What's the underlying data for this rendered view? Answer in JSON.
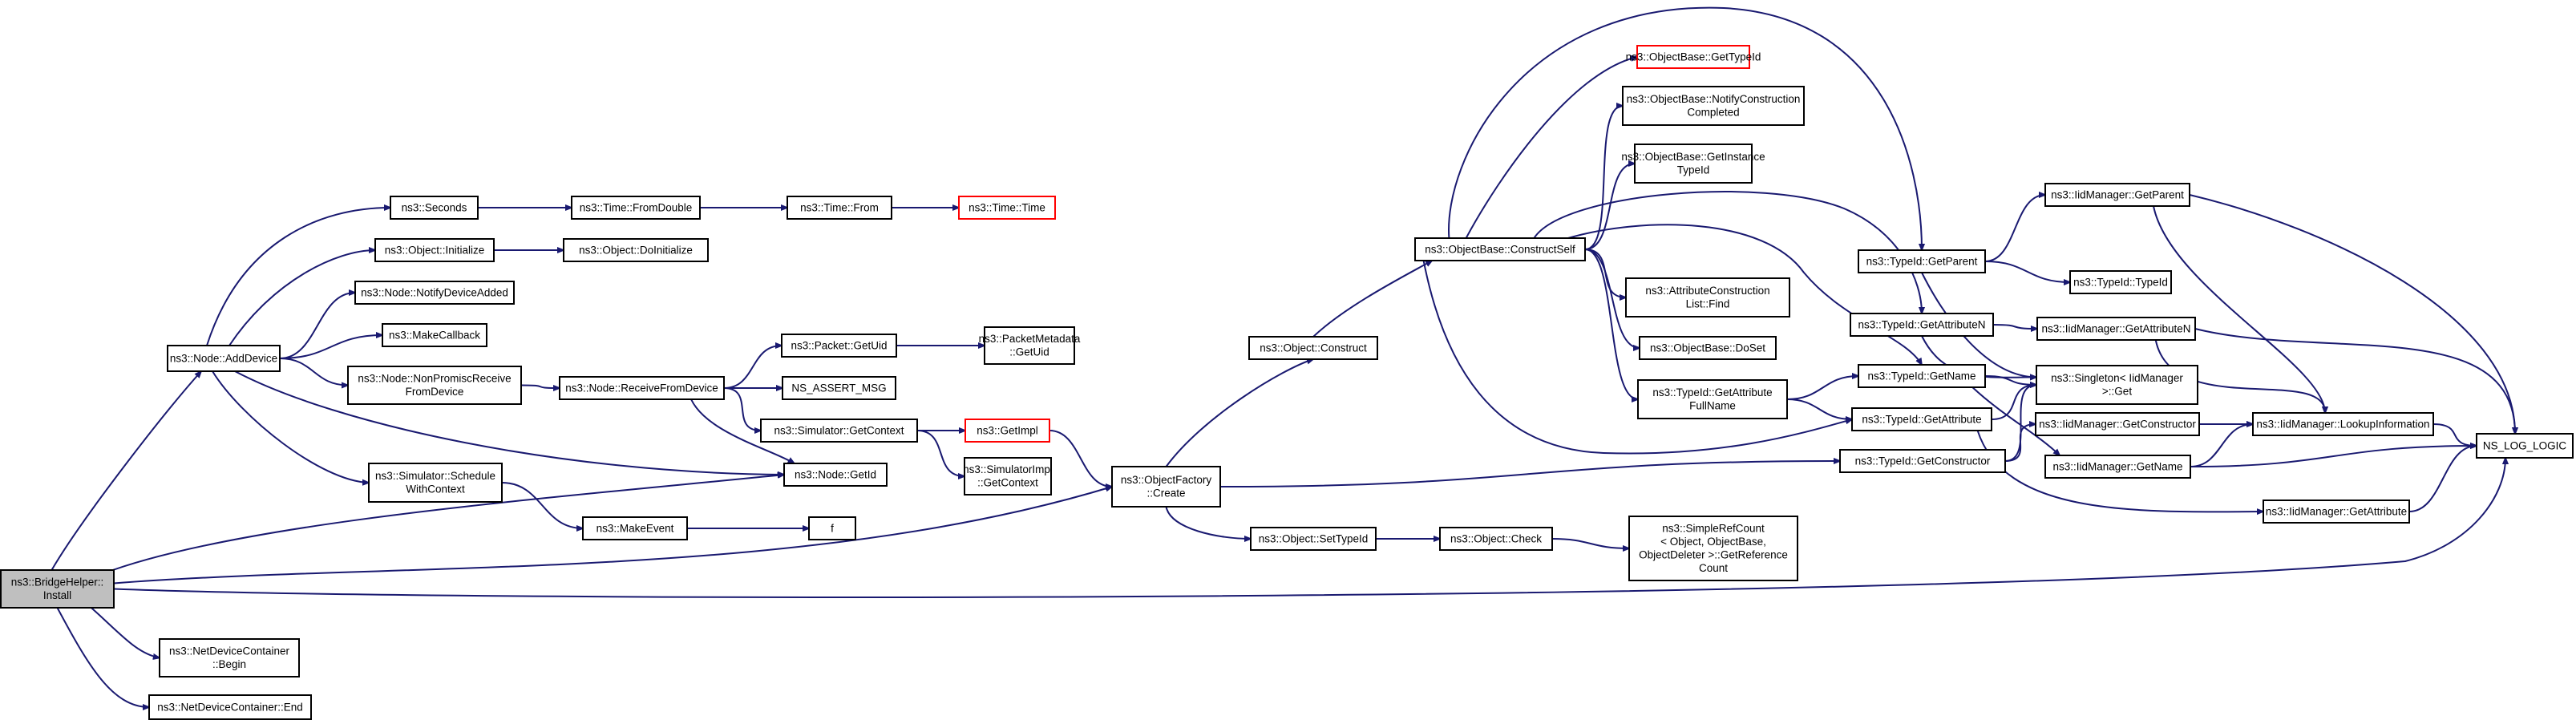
{
  "graph": {
    "nodes": [
      {
        "id": "install",
        "lines": [
          "ns3::BridgeHelper::",
          "Install"
        ]
      },
      {
        "id": "add_device",
        "lines": [
          "ns3::Node::AddDevice"
        ]
      },
      {
        "id": "ndc_begin",
        "lines": [
          "ns3::NetDeviceContainer",
          "::Begin"
        ]
      },
      {
        "id": "ndc_end",
        "lines": [
          "ns3::NetDeviceContainer::End"
        ]
      },
      {
        "id": "seconds",
        "lines": [
          "ns3::Seconds"
        ]
      },
      {
        "id": "obj_initialize",
        "lines": [
          "ns3::Object::Initialize"
        ]
      },
      {
        "id": "notify_device_added",
        "lines": [
          "ns3::Node::NotifyDeviceAdded"
        ]
      },
      {
        "id": "make_callback",
        "lines": [
          "ns3::MakeCallback"
        ]
      },
      {
        "id": "nonpromisc",
        "lines": [
          "ns3::Node::NonPromiscReceive",
          "FromDevice"
        ]
      },
      {
        "id": "schedule_ctx",
        "lines": [
          "ns3::Simulator::Schedule",
          "WithContext"
        ]
      },
      {
        "id": "node_getid",
        "lines": [
          "ns3::Node::GetId"
        ]
      },
      {
        "id": "time_fromdouble",
        "lines": [
          "ns3::Time::FromDouble"
        ]
      },
      {
        "id": "obj_doinitialize",
        "lines": [
          "ns3::Object::DoInitialize"
        ]
      },
      {
        "id": "receive_from_device",
        "lines": [
          "ns3::Node::ReceiveFromDevice"
        ]
      },
      {
        "id": "make_event",
        "lines": [
          "ns3::MakeEvent"
        ]
      },
      {
        "id": "f",
        "lines": [
          "f"
        ]
      },
      {
        "id": "time_from",
        "lines": [
          "ns3::Time::From"
        ]
      },
      {
        "id": "time_time",
        "lines": [
          "ns3::Time::Time"
        ]
      },
      {
        "id": "packet_getuid",
        "lines": [
          "ns3::Packet::GetUid"
        ]
      },
      {
        "id": "ns_assert_msg",
        "lines": [
          "NS_ASSERT_MSG"
        ]
      },
      {
        "id": "sim_getcontext",
        "lines": [
          "ns3::Simulator::GetContext"
        ]
      },
      {
        "id": "packet_metadata_getuid",
        "lines": [
          "ns3::PacketMetadata",
          "::GetUid"
        ]
      },
      {
        "id": "getimpl",
        "lines": [
          "ns3::GetImpl"
        ]
      },
      {
        "id": "simimpl_getcontext",
        "lines": [
          "ns3::SimulatorImpl",
          "::GetContext"
        ]
      },
      {
        "id": "objfactory_create",
        "lines": [
          "ns3::ObjectFactory",
          "::Create"
        ]
      },
      {
        "id": "obj_construct",
        "lines": [
          "ns3::Object::Construct"
        ]
      },
      {
        "id": "obj_settypeid",
        "lines": [
          "ns3::Object::SetTypeId"
        ]
      },
      {
        "id": "obj_check",
        "lines": [
          "ns3::Object::Check"
        ]
      },
      {
        "id": "simplerefcount",
        "lines": [
          "ns3::SimpleRefCount",
          "< Object, ObjectBase,",
          "ObjectDeleter >::GetReference",
          "Count"
        ]
      },
      {
        "id": "objbase_constructself",
        "lines": [
          "ns3::ObjectBase::ConstructSelf"
        ]
      },
      {
        "id": "objbase_gettypeid",
        "lines": [
          "ns3::ObjectBase::GetTypeId"
        ]
      },
      {
        "id": "objbase_notify",
        "lines": [
          "ns3::ObjectBase::NotifyConstruction",
          "Completed"
        ]
      },
      {
        "id": "objbase_getinstance",
        "lines": [
          "ns3::ObjectBase::GetInstance",
          "TypeId"
        ]
      },
      {
        "id": "attr_construction_find",
        "lines": [
          "ns3::AttributeConstruction",
          "List::Find"
        ]
      },
      {
        "id": "objbase_doset",
        "lines": [
          "ns3::ObjectBase::DoSet"
        ]
      },
      {
        "id": "typeid_getattr_fullname",
        "lines": [
          "ns3::TypeId::GetAttribute",
          "FullName"
        ]
      },
      {
        "id": "typeid_getparent",
        "lines": [
          "ns3::TypeId::GetParent"
        ]
      },
      {
        "id": "typeid_getattributen",
        "lines": [
          "ns3::TypeId::GetAttributeN"
        ]
      },
      {
        "id": "typeid_getname",
        "lines": [
          "ns3::TypeId::GetName"
        ]
      },
      {
        "id": "typeid_getattribute",
        "lines": [
          "ns3::TypeId::GetAttribute"
        ]
      },
      {
        "id": "typeid_getconstructor",
        "lines": [
          "ns3::TypeId::GetConstructor"
        ]
      },
      {
        "id": "iidmgr_getparent",
        "lines": [
          "ns3::IidManager::GetParent"
        ]
      },
      {
        "id": "typeid_typeid",
        "lines": [
          "ns3::TypeId::TypeId"
        ]
      },
      {
        "id": "iidmgr_getattributen",
        "lines": [
          "ns3::IidManager::GetAttributeN"
        ]
      },
      {
        "id": "singleton_get",
        "lines": [
          "ns3::Singleton< IidManager",
          ">::Get"
        ]
      },
      {
        "id": "iidmgr_getconstructor",
        "lines": [
          "ns3::IidManager::GetConstructor"
        ]
      },
      {
        "id": "iidmgr_getname",
        "lines": [
          "ns3::IidManager::GetName"
        ]
      },
      {
        "id": "iidmgr_getattribute",
        "lines": [
          "ns3::IidManager::GetAttribute"
        ]
      },
      {
        "id": "iidmgr_lookupinfo",
        "lines": [
          "ns3::IidManager::LookupInformation"
        ]
      },
      {
        "id": "ns_log_logic",
        "lines": [
          "NS_LOG_LOGIC"
        ]
      }
    ],
    "edges": [
      [
        "install",
        "add_device"
      ],
      [
        "install",
        "node_getid"
      ],
      [
        "install",
        "objfactory_create"
      ],
      [
        "install",
        "ns_log_logic"
      ],
      [
        "install",
        "ndc_begin"
      ],
      [
        "install",
        "ndc_end"
      ],
      [
        "add_device",
        "seconds"
      ],
      [
        "add_device",
        "obj_initialize"
      ],
      [
        "add_device",
        "notify_device_added"
      ],
      [
        "add_device",
        "make_callback"
      ],
      [
        "add_device",
        "nonpromisc"
      ],
      [
        "add_device",
        "schedule_ctx"
      ],
      [
        "add_device",
        "node_getid"
      ],
      [
        "seconds",
        "time_fromdouble"
      ],
      [
        "time_fromdouble",
        "time_from"
      ],
      [
        "time_from",
        "time_time"
      ],
      [
        "obj_initialize",
        "obj_doinitialize"
      ],
      [
        "nonpromisc",
        "receive_from_device"
      ],
      [
        "receive_from_device",
        "packet_getuid"
      ],
      [
        "receive_from_device",
        "ns_assert_msg"
      ],
      [
        "receive_from_device",
        "sim_getcontext"
      ],
      [
        "receive_from_device",
        "node_getid"
      ],
      [
        "packet_getuid",
        "packet_metadata_getuid"
      ],
      [
        "sim_getcontext",
        "getimpl"
      ],
      [
        "sim_getcontext",
        "simimpl_getcontext"
      ],
      [
        "getimpl",
        "objfactory_create"
      ],
      [
        "schedule_ctx",
        "make_event"
      ],
      [
        "make_event",
        "f"
      ],
      [
        "objfactory_create",
        "obj_construct"
      ],
      [
        "objfactory_create",
        "obj_settypeid"
      ],
      [
        "objfactory_create",
        "typeid_getconstructor"
      ],
      [
        "obj_construct",
        "objbase_constructself"
      ],
      [
        "obj_settypeid",
        "obj_check"
      ],
      [
        "obj_check",
        "simplerefcount"
      ],
      [
        "objbase_constructself",
        "objbase_gettypeid"
      ],
      [
        "objbase_constructself",
        "objbase_notify"
      ],
      [
        "objbase_constructself",
        "objbase_getinstance"
      ],
      [
        "objbase_constructself",
        "attr_construction_find"
      ],
      [
        "objbase_constructself",
        "objbase_doset"
      ],
      [
        "objbase_constructself",
        "typeid_getattr_fullname"
      ],
      [
        "objbase_constructself",
        "typeid_getparent"
      ],
      [
        "objbase_constructself",
        "typeid_getattributen"
      ],
      [
        "objbase_constructself",
        "typeid_getname"
      ],
      [
        "objbase_constructself",
        "typeid_getattribute"
      ],
      [
        "typeid_getattr_fullname",
        "typeid_getname"
      ],
      [
        "typeid_getattr_fullname",
        "typeid_getattribute"
      ],
      [
        "typeid_getparent",
        "iidmgr_getparent"
      ],
      [
        "typeid_getparent",
        "typeid_typeid"
      ],
      [
        "typeid_getparent",
        "singleton_get"
      ],
      [
        "typeid_getattributen",
        "iidmgr_getattributen"
      ],
      [
        "typeid_getattributen",
        "singleton_get"
      ],
      [
        "typeid_getname",
        "singleton_get"
      ],
      [
        "typeid_getname",
        "iidmgr_getname"
      ],
      [
        "typeid_getattribute",
        "singleton_get"
      ],
      [
        "typeid_getattribute",
        "iidmgr_getattribute"
      ],
      [
        "typeid_getconstructor",
        "singleton_get"
      ],
      [
        "typeid_getconstructor",
        "iidmgr_getconstructor"
      ],
      [
        "iidmgr_getparent",
        "iidmgr_lookupinfo"
      ],
      [
        "iidmgr_getparent",
        "ns_log_logic"
      ],
      [
        "iidmgr_getattributen",
        "iidmgr_lookupinfo"
      ],
      [
        "iidmgr_getattributen",
        "ns_log_logic"
      ],
      [
        "iidmgr_getconstructor",
        "iidmgr_lookupinfo"
      ],
      [
        "iidmgr_getname",
        "iidmgr_lookupinfo"
      ],
      [
        "iidmgr_getname",
        "ns_log_logic"
      ],
      [
        "iidmgr_getattribute",
        "ns_log_logic"
      ],
      [
        "iidmgr_lookupinfo",
        "ns_log_logic"
      ]
    ]
  }
}
